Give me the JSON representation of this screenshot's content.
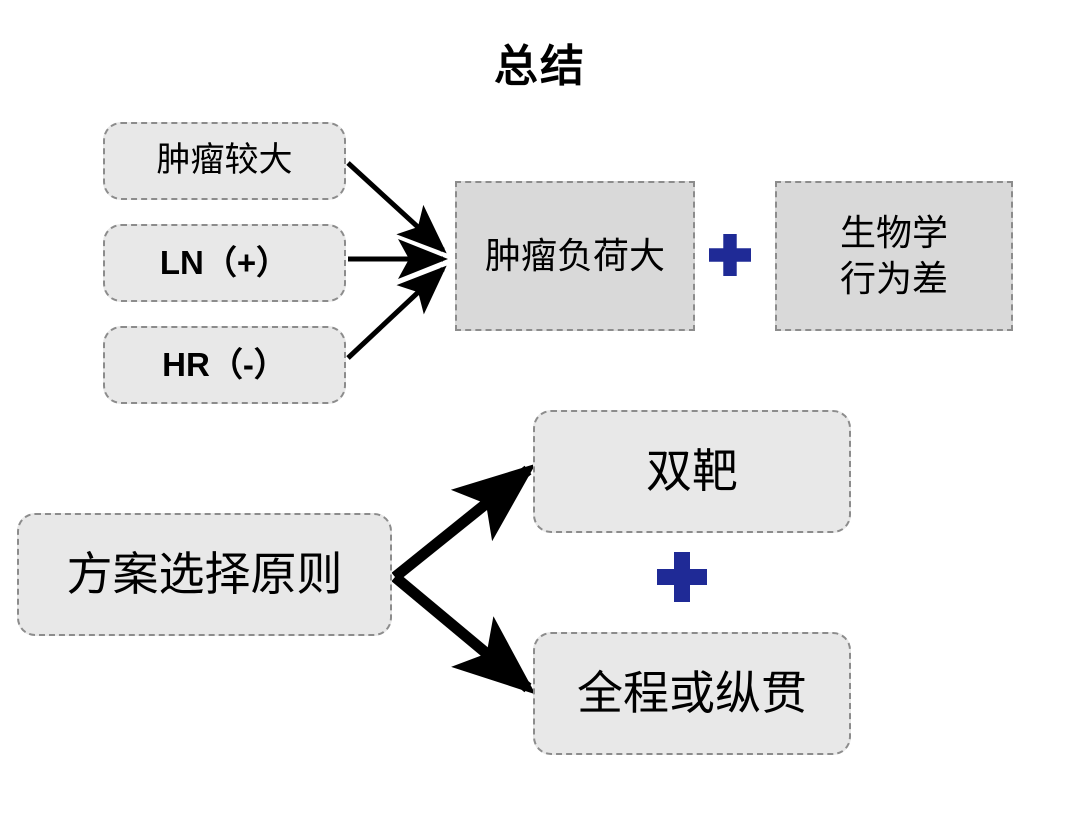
{
  "slide": {
    "title": "总结",
    "background_color": "#ffffff"
  },
  "colors": {
    "box_fill_light": "#e8e8e8",
    "box_fill_dark": "#d9d9d9",
    "box_border": "#8c8c8c",
    "plus_blue": "#1f2a96",
    "arrow_black": "#000000",
    "text": "#000000"
  },
  "top_section": {
    "criteria": [
      {
        "id": "tumor-large",
        "label": "肿瘤较大",
        "script": "cjk"
      },
      {
        "id": "ln-positive",
        "label": "LN（+）",
        "script": "latin"
      },
      {
        "id": "hr-negative",
        "label": "HR（-）",
        "script": "latin"
      }
    ],
    "outcome": {
      "label": "肿瘤负荷大"
    },
    "connector": {
      "label": "+",
      "icon": "plus-icon"
    },
    "biology": {
      "line1": "生物学",
      "line2": "行为差"
    }
  },
  "bottom_section": {
    "principle": {
      "label": "方案选择原则"
    },
    "options": [
      {
        "id": "dual-target",
        "label": "双靶"
      },
      {
        "id": "full-course",
        "label": "全程或纵贯"
      }
    ],
    "connector": {
      "label": "+",
      "icon": "plus-icon"
    }
  }
}
